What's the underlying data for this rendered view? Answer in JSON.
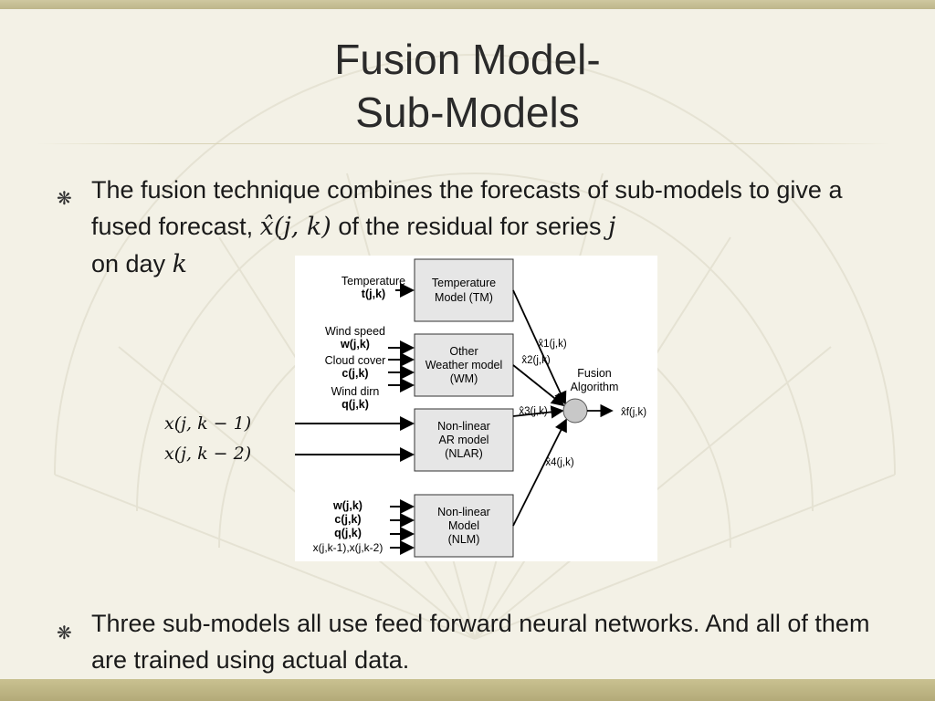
{
  "title": {
    "line1": "Fusion Model-",
    "line2": "Sub-Models"
  },
  "bullets": [
    {
      "part1": "The fusion technique combines the forecasts of sub-models to give a fused forecast,",
      "math1": "x̂(j, k)",
      "part2": "of the residual for series",
      "math2": "j",
      "part3": "on day",
      "math3": "k"
    },
    {
      "text": "Three sub-models all use feed forward neural networks. And all of them are trained using actual data."
    }
  ],
  "bullet_symbol": "❋",
  "external_inputs": [
    "x(j, k − 1)",
    "x(j, k − 2)"
  ],
  "diagram": {
    "boxes": [
      {
        "line1": "Temperature",
        "line2": "Model (TM)",
        "line3": ""
      },
      {
        "line1": "Other",
        "line2": "Weather model",
        "line3": "(WM)"
      },
      {
        "line1": "Non-linear",
        "line2": "AR model",
        "line3": "(NLAR)"
      },
      {
        "line1": "Non-linear",
        "line2": "Model",
        "line3": "(NLM)"
      }
    ],
    "inputs": {
      "tm": {
        "name": "Temperature",
        "var": "t(j,k)"
      },
      "wm": [
        {
          "name": "Wind speed",
          "var": "w(j,k)"
        },
        {
          "name": "Cloud cover",
          "var": "c(j,k)"
        },
        {
          "name": "Wind dirn",
          "var": "q(j,k)"
        }
      ],
      "nlm": [
        "w(j,k)",
        "c(j,k)",
        "q(j,k)",
        "x(j,k-1),x(j,k-2)"
      ]
    },
    "outputs": [
      "x̂1(j,k)",
      "x̂2(j,k)",
      "x̂3(j,k)",
      "x̂4(j,k)"
    ],
    "fusion": {
      "line1": "Fusion",
      "line2": "Algorithm",
      "output": "x̂f(j,k)"
    }
  },
  "colors": {
    "background": "#f3f1e6",
    "band": "#bdb58a",
    "box_fill": "#e6e6e6",
    "fusion_node": "#c8c8c8"
  }
}
